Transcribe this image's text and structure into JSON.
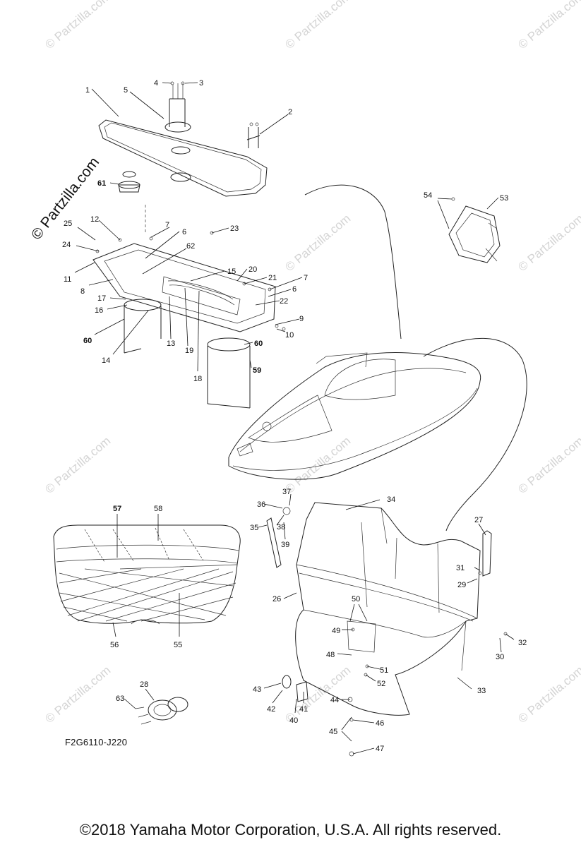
{
  "watermark": {
    "text": "© Partzilla.com"
  },
  "brand_watermark": {
    "text": "© Partzilla.com"
  },
  "diagram_code": "F2G6110-J220",
  "copyright": "©2018  Yamaha Motor Corporation, U.S.A. All rights reserved.",
  "callouts": {
    "c1": "1",
    "c2": "2",
    "c3": "3",
    "c4": "4",
    "c5": "5",
    "c6a": "6",
    "c6b": "6",
    "c7a": "7",
    "c7b": "7",
    "c8": "8",
    "c9": "9",
    "c10": "10",
    "c11": "11",
    "c12": "12",
    "c13": "13",
    "c14": "14",
    "c15": "15",
    "c16": "16",
    "c17": "17",
    "c18": "18",
    "c19": "19",
    "c20": "20",
    "c21": "21",
    "c22": "22",
    "c23": "23",
    "c24": "24",
    "c25": "25",
    "c26": "26",
    "c27": "27",
    "c28": "28",
    "c29": "29",
    "c30": "30",
    "c31": "31",
    "c32": "32",
    "c33": "33",
    "c34": "34",
    "c35": "35",
    "c36": "36",
    "c37": "37",
    "c38": "38",
    "c39": "39",
    "c40": "40",
    "c41": "41",
    "c42": "42",
    "c43": "43",
    "c44": "44",
    "c45": "45",
    "c46": "46",
    "c47": "47",
    "c48": "48",
    "c49": "49",
    "c50": "50",
    "c51": "51",
    "c52": "52",
    "c53": "53",
    "c54": "54",
    "c55": "55",
    "c56": "56",
    "c57": "57",
    "c58": "58",
    "c59": "59",
    "c60a": "60",
    "c60b": "60",
    "c61": "61",
    "c62": "62",
    "c63": "63"
  }
}
